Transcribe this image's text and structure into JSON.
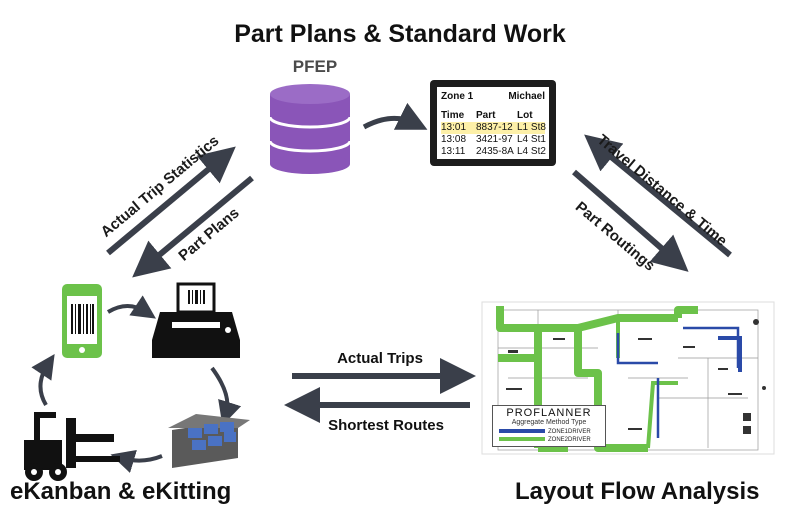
{
  "titles": {
    "top": "Part Plans & Standard Work",
    "pfep": "PFEP",
    "bottom_left": "eKanban & eKitting",
    "bottom_right": "Layout Flow Analysis"
  },
  "arrow_labels": {
    "actual_trip_statistics": "Actual Trip Statistics",
    "part_plans": "Part Plans",
    "travel_distance_time": "Travel Distance & Time",
    "part_routings": "Part Routings",
    "actual_trips": "Actual Trips",
    "shortest_routes": "Shortest Routes"
  },
  "tablet": {
    "zone": "Zone 1",
    "user": "Michael",
    "headers": [
      "Time",
      "Part",
      "Lot"
    ],
    "rows": [
      [
        "13:01",
        "8837-12",
        "L1 St8"
      ],
      [
        "13:08",
        "3421-97",
        "L4 St1"
      ],
      [
        "13:11",
        "2435-8A",
        "L4 St2"
      ]
    ]
  },
  "legend": {
    "title": "PROFLANNER",
    "subtitle": "Aggregate  Method  Type",
    "rows": [
      "ZONE1DRIVER",
      "ZONE2DRIVER"
    ]
  },
  "colors": {
    "database": "#8a55b8",
    "arrow": "#3a3f4a",
    "green": "#6cc24a",
    "route_blue": "#2a4aa8",
    "crate": "#4a72c4"
  }
}
